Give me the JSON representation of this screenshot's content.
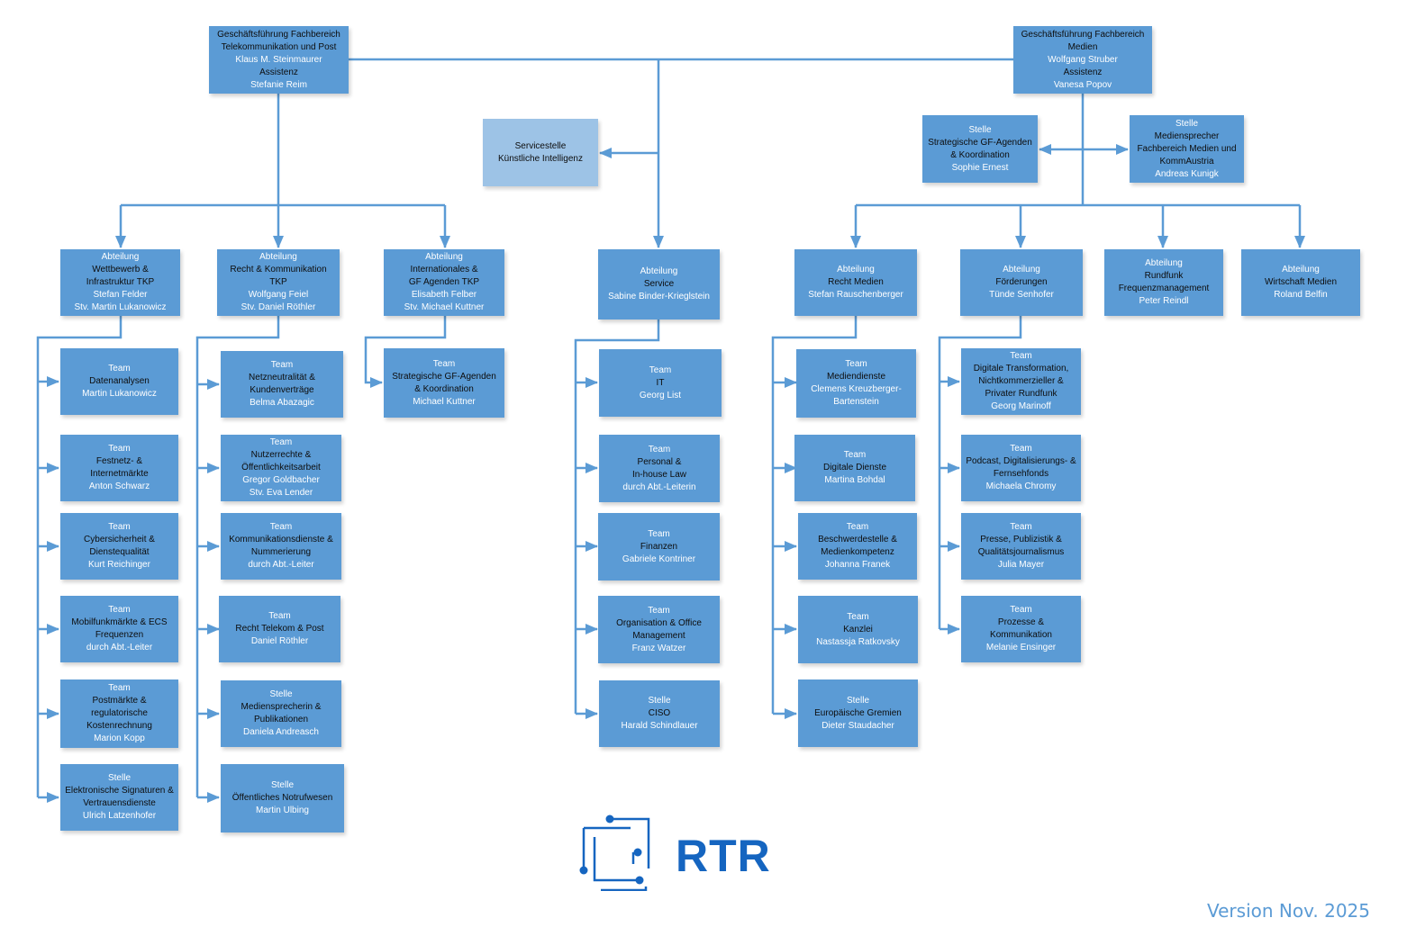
{
  "colors": {
    "box": "#5b9bd5",
    "box_light": "#9dc3e6",
    "line": "#5b9bd5",
    "name_text": "#ffffff",
    "unit_text": "#0d0d0d",
    "logo": "#1565c0"
  },
  "boxes": {
    "gf_tkp": {
      "lines": [
        {
          "t": "Geschäftsführung Fachbereich",
          "c": "d"
        },
        {
          "t": "Telekommunikation und Post",
          "c": "d"
        },
        {
          "t": "Klaus M. Steinmaurer",
          "c": "w"
        },
        {
          "t": "Assistenz",
          "c": "d"
        },
        {
          "t": "Stefanie Reim",
          "c": "w"
        }
      ]
    },
    "gf_medien": {
      "lines": [
        {
          "t": "Geschäftsführung Fachbereich",
          "c": "d"
        },
        {
          "t": "Medien",
          "c": "d"
        },
        {
          "t": "Wolfgang Struber",
          "c": "w"
        },
        {
          "t": "Assistenz",
          "c": "d"
        },
        {
          "t": "Vanesa Popov",
          "c": "w"
        }
      ]
    },
    "ki": {
      "lines": [
        {
          "t": "Servicestelle",
          "c": "d"
        },
        {
          "t": "Künstliche Intelligenz",
          "c": "d"
        }
      ]
    },
    "stelle_strat_medien": {
      "lines": [
        {
          "t": "Stelle",
          "c": "w"
        },
        {
          "t": "Strategische GF-Agenden",
          "c": "d"
        },
        {
          "t": "& Koordination",
          "c": "d"
        },
        {
          "t": "Sophie Ernest",
          "c": "w"
        }
      ]
    },
    "stelle_sprecher_medien": {
      "lines": [
        {
          "t": "Stelle",
          "c": "w"
        },
        {
          "t": "Mediensprecher",
          "c": "d"
        },
        {
          "t": "Fachbereich Medien und",
          "c": "d"
        },
        {
          "t": "KommAustria",
          "c": "d"
        },
        {
          "t": "Andreas Kunigk",
          "c": "w"
        }
      ]
    },
    "abt_wettbewerb": {
      "lines": [
        {
          "t": "Abteilung",
          "c": "w"
        },
        {
          "t": "Wettbewerb &",
          "c": "d"
        },
        {
          "t": "Infrastruktur TKP",
          "c": "d"
        },
        {
          "t": "Stefan Felder",
          "c": "w"
        },
        {
          "t": "Stv. Martin Lukanowicz",
          "c": "w"
        }
      ]
    },
    "abt_recht_tkp": {
      "lines": [
        {
          "t": "Abteilung",
          "c": "w"
        },
        {
          "t": "Recht & Kommunikation",
          "c": "d"
        },
        {
          "t": "TKP",
          "c": "d"
        },
        {
          "t": "Wolfgang Feiel",
          "c": "w"
        },
        {
          "t": "Stv. Daniel Röthler",
          "c": "w"
        }
      ]
    },
    "abt_international": {
      "lines": [
        {
          "t": "Abteilung",
          "c": "w"
        },
        {
          "t": "Internationales &",
          "c": "d"
        },
        {
          "t": "GF Agenden TKP",
          "c": "d"
        },
        {
          "t": "Elisabeth Felber",
          "c": "w"
        },
        {
          "t": "Stv. Michael Kuttner",
          "c": "w"
        }
      ]
    },
    "abt_service": {
      "lines": [
        {
          "t": "Abteilung",
          "c": "w"
        },
        {
          "t": "Service",
          "c": "d"
        },
        {
          "t": "Sabine Binder-Krieglstein",
          "c": "w"
        }
      ]
    },
    "abt_recht_medien": {
      "lines": [
        {
          "t": "Abteilung",
          "c": "w"
        },
        {
          "t": "Recht Medien",
          "c": "d"
        },
        {
          "t": "Stefan Rauschenberger",
          "c": "w"
        }
      ]
    },
    "abt_foerderungen": {
      "lines": [
        {
          "t": "Abteilung",
          "c": "w"
        },
        {
          "t": "Förderungen",
          "c": "d"
        },
        {
          "t": "Tünde Senhofer",
          "c": "w"
        }
      ]
    },
    "abt_rundfunk": {
      "lines": [
        {
          "t": "Abteilung",
          "c": "w"
        },
        {
          "t": "Rundfunk",
          "c": "d"
        },
        {
          "t": "Frequenzmanagement",
          "c": "d"
        },
        {
          "t": "Peter Reindl",
          "c": "w"
        }
      ]
    },
    "abt_wirtschaft": {
      "lines": [
        {
          "t": "Abteilung",
          "c": "w"
        },
        {
          "t": "Wirtschaft Medien",
          "c": "d"
        },
        {
          "t": "Roland Belfin",
          "c": "w"
        }
      ]
    },
    "t_datenanalysen": {
      "lines": [
        {
          "t": "Team",
          "c": "w"
        },
        {
          "t": "Datenanalysen",
          "c": "d"
        },
        {
          "t": "Martin Lukanowicz",
          "c": "w"
        }
      ]
    },
    "t_festnetz": {
      "lines": [
        {
          "t": "Team",
          "c": "w"
        },
        {
          "t": "Festnetz- &",
          "c": "d"
        },
        {
          "t": "Internetmärkte",
          "c": "d"
        },
        {
          "t": "Anton Schwarz",
          "c": "w"
        }
      ]
    },
    "t_cyber": {
      "lines": [
        {
          "t": "Team",
          "c": "w"
        },
        {
          "t": "Cybersicherheit &",
          "c": "d"
        },
        {
          "t": "Dienstequalität",
          "c": "d"
        },
        {
          "t": "Kurt Reichinger",
          "c": "w"
        }
      ]
    },
    "t_mobilfunk": {
      "lines": [
        {
          "t": "Team",
          "c": "w"
        },
        {
          "t": "Mobilfunkmärkte & ECS",
          "c": "d"
        },
        {
          "t": "Frequenzen",
          "c": "d"
        },
        {
          "t": "durch Abt.-Leiter",
          "c": "w"
        }
      ]
    },
    "t_post": {
      "lines": [
        {
          "t": "Team",
          "c": "w"
        },
        {
          "t": "Postmärkte &",
          "c": "d"
        },
        {
          "t": "regulatorische",
          "c": "d"
        },
        {
          "t": "Kostenrechnung",
          "c": "d"
        },
        {
          "t": "Marion Kopp",
          "c": "w"
        }
      ]
    },
    "s_signaturen": {
      "lines": [
        {
          "t": "Stelle",
          "c": "w"
        },
        {
          "t": "Elektronische Signaturen &",
          "c": "d"
        },
        {
          "t": "Vertrauensdienste",
          "c": "d"
        },
        {
          "t": "Ulrich Latzenhofer",
          "c": "w"
        }
      ]
    },
    "t_netzneutralitaet": {
      "lines": [
        {
          "t": "Team",
          "c": "w"
        },
        {
          "t": "Netzneutralität &",
          "c": "d"
        },
        {
          "t": "Kundenverträge",
          "c": "d"
        },
        {
          "t": "Belma Abazagic",
          "c": "w"
        }
      ]
    },
    "t_nutzerrechte": {
      "lines": [
        {
          "t": "Team",
          "c": "w"
        },
        {
          "t": "Nutzerrechte &",
          "c": "d"
        },
        {
          "t": "Öffentlichkeitsarbeit",
          "c": "d"
        },
        {
          "t": "Gregor Goldbacher",
          "c": "w"
        },
        {
          "t": "Stv. Eva Lender",
          "c": "w"
        }
      ]
    },
    "t_kommdienste": {
      "lines": [
        {
          "t": "Team",
          "c": "w"
        },
        {
          "t": "Kommunikationsdienste &",
          "c": "d"
        },
        {
          "t": "Nummerierung",
          "c": "d"
        },
        {
          "t": "durch Abt.-Leiter",
          "c": "w"
        }
      ]
    },
    "t_recht_telekom": {
      "lines": [
        {
          "t": "Team",
          "c": "w"
        },
        {
          "t": "Recht Telekom & Post",
          "c": "d"
        },
        {
          "t": "Daniel Röthler",
          "c": "w"
        }
      ]
    },
    "s_mediensprecherin": {
      "lines": [
        {
          "t": "Stelle",
          "c": "w"
        },
        {
          "t": "Mediensprecherin &",
          "c": "d"
        },
        {
          "t": "Publikationen",
          "c": "d"
        },
        {
          "t": "Daniela Andreasch",
          "c": "w"
        }
      ]
    },
    "s_notruf": {
      "lines": [
        {
          "t": "Stelle",
          "c": "w"
        },
        {
          "t": "Öffentliches Notrufwesen",
          "c": "d"
        },
        {
          "t": "Martin Ulbing",
          "c": "w"
        }
      ]
    },
    "t_strat_tkp": {
      "lines": [
        {
          "t": "Team",
          "c": "w"
        },
        {
          "t": "Strategische GF-Agenden",
          "c": "d"
        },
        {
          "t": "& Koordination",
          "c": "d"
        },
        {
          "t": "Michael Kuttner",
          "c": "w"
        }
      ]
    },
    "t_it": {
      "lines": [
        {
          "t": "Team",
          "c": "w"
        },
        {
          "t": "IT",
          "c": "d"
        },
        {
          "t": "Georg List",
          "c": "w"
        }
      ]
    },
    "t_personal": {
      "lines": [
        {
          "t": "Team",
          "c": "w"
        },
        {
          "t": "Personal &",
          "c": "d"
        },
        {
          "t": "In-house Law",
          "c": "d"
        },
        {
          "t": "durch Abt.-Leiterin",
          "c": "w"
        }
      ]
    },
    "t_finanzen": {
      "lines": [
        {
          "t": "Team",
          "c": "w"
        },
        {
          "t": "Finanzen",
          "c": "d"
        },
        {
          "t": "Gabriele Kontriner",
          "c": "w"
        }
      ]
    },
    "t_organisation": {
      "lines": [
        {
          "t": "Team",
          "c": "w"
        },
        {
          "t": "Organisation & Office",
          "c": "d"
        },
        {
          "t": "Management",
          "c": "d"
        },
        {
          "t": "Franz Watzer",
          "c": "w"
        }
      ]
    },
    "s_ciso": {
      "lines": [
        {
          "t": "Stelle",
          "c": "w"
        },
        {
          "t": "CISO",
          "c": "d"
        },
        {
          "t": "Harald Schindlauer",
          "c": "w"
        }
      ]
    },
    "t_mediendienste": {
      "lines": [
        {
          "t": "Team",
          "c": "w"
        },
        {
          "t": "Mediendienste",
          "c": "d"
        },
        {
          "t": "Clemens Kreuzberger-",
          "c": "w"
        },
        {
          "t": "Bartenstein",
          "c": "w"
        }
      ]
    },
    "t_digitale_dienste": {
      "lines": [
        {
          "t": "Team",
          "c": "w"
        },
        {
          "t": "Digitale Dienste",
          "c": "d"
        },
        {
          "t": "Martina Bohdal",
          "c": "w"
        }
      ]
    },
    "t_beschwerde": {
      "lines": [
        {
          "t": "Team",
          "c": "w"
        },
        {
          "t": "Beschwerdestelle &",
          "c": "d"
        },
        {
          "t": "Medienkompetenz",
          "c": "d"
        },
        {
          "t": "Johanna Franek",
          "c": "w"
        }
      ]
    },
    "t_kanzlei": {
      "lines": [
        {
          "t": "Team",
          "c": "w"
        },
        {
          "t": "Kanzlei",
          "c": "d"
        },
        {
          "t": "Nastassja Ratkovsky",
          "c": "w"
        }
      ]
    },
    "s_gremien": {
      "lines": [
        {
          "t": "Stelle",
          "c": "w"
        },
        {
          "t": "Europäische Gremien",
          "c": "d"
        },
        {
          "t": "Dieter Staudacher",
          "c": "w"
        }
      ]
    },
    "t_digitale_transformation": {
      "lines": [
        {
          "t": "Team",
          "c": "w"
        },
        {
          "t": "Digitale Transformation,",
          "c": "d"
        },
        {
          "t": "Nichtkommerzieller &",
          "c": "d"
        },
        {
          "t": "Privater Rundfunk",
          "c": "d"
        },
        {
          "t": "Georg Marinoff",
          "c": "w"
        }
      ]
    },
    "t_podcast": {
      "lines": [
        {
          "t": "Team",
          "c": "w"
        },
        {
          "t": "Podcast, Digitalisierungs- &",
          "c": "d"
        },
        {
          "t": "Fernsehfonds",
          "c": "d"
        },
        {
          "t": "Michaela Chromy",
          "c": "w"
        }
      ]
    },
    "t_presse": {
      "lines": [
        {
          "t": "Team",
          "c": "w"
        },
        {
          "t": "Presse, Publizistik &",
          "c": "d"
        },
        {
          "t": "Qualitätsjournalismus",
          "c": "d"
        },
        {
          "t": "Julia Mayer",
          "c": "w"
        }
      ]
    },
    "t_prozesse": {
      "lines": [
        {
          "t": "Team",
          "c": "w"
        },
        {
          "t": "Prozesse &",
          "c": "d"
        },
        {
          "t": "Kommunikation",
          "c": "d"
        },
        {
          "t": "Melanie Ensinger",
          "c": "w"
        }
      ]
    }
  },
  "logo": {
    "text": "RTR"
  },
  "footer": {
    "version": "Version Nov. 2025"
  }
}
